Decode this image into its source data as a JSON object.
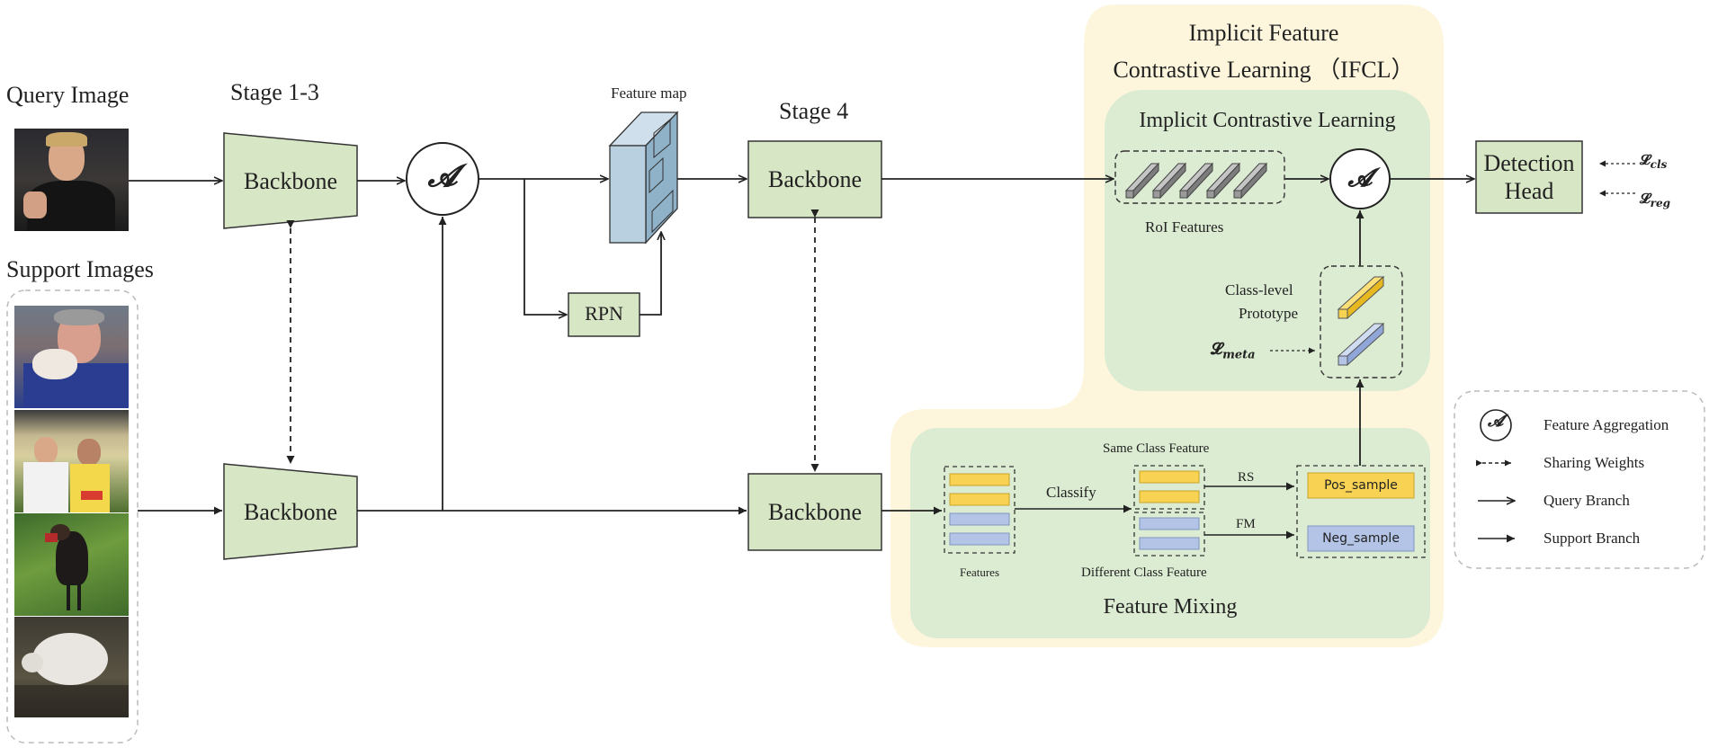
{
  "query": {
    "label": "Query Image"
  },
  "support": {
    "label": "Support Images"
  },
  "stage13": {
    "label": "Stage 1-3",
    "backbone_top": "Backbone",
    "backbone_bottom": "Backbone"
  },
  "stage4": {
    "label": "Stage 4",
    "backbone_top": "Backbone",
    "backbone_bottom": "Backbone"
  },
  "feature_map": {
    "label": "Feature map"
  },
  "rpn": {
    "label": "RPN"
  },
  "aggregation_symbol": "𝓐",
  "ifcl": {
    "title_line1": "Implicit Feature",
    "title_line2": "Contrastive Learning （IFCL）",
    "icl_title": "Implicit Contrastive Learning",
    "roi_label": "RoI Features",
    "prototype_line1": "Class-level",
    "prototype_line2": "Prototype",
    "meta_loss": "𝓛",
    "meta_sub": "meta"
  },
  "detection_head": {
    "line1": "Detection",
    "line2": "Head",
    "loss_cls": "𝓛",
    "loss_cls_sub": "cls",
    "loss_reg": "𝓛",
    "loss_reg_sub": "reg"
  },
  "feature_mixing": {
    "title": "Feature Mixing",
    "features_label": "Features",
    "classify_label": "Classify",
    "same_class_label": "Same Class Feature",
    "diff_class_label": "Different Class Feature",
    "rs_label": "RS",
    "fm_label": "FM",
    "pos_sample": "Pos_sample",
    "neg_sample": "Neg_sample"
  },
  "legend": {
    "items": [
      {
        "label": "Feature Aggregation"
      },
      {
        "label": "Sharing Weights"
      },
      {
        "label": "Query Branch"
      },
      {
        "label": "Support Branch"
      }
    ]
  },
  "colors": {
    "backbone_fill": "#d7e6c5",
    "backbone_stroke": "#333333",
    "yellow_bg": "#fdf6dc",
    "green_bg": "#dcecd2",
    "feature_yellow": "#f8d253",
    "feature_blue": "#b3c4e6",
    "roi_gray": "#9a9a9a",
    "feature_map_blue": "#b8d0e0"
  }
}
